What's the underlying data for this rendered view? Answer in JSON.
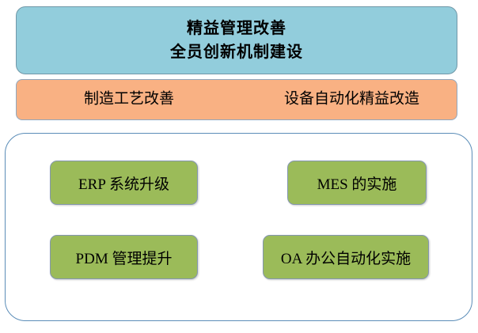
{
  "diagram": {
    "title_banner": {
      "line1": "精益管理改善",
      "line2": "全员创新机制建设",
      "color": "#92CDDC"
    },
    "secondary_band": {
      "left_label": "制造工艺改善",
      "right_label": "设备自动化精益改造",
      "color": "#F9B183"
    },
    "projects": {
      "container_border_color": "#5B8DB8",
      "node_color": "#9BBB59",
      "items": [
        {
          "label": "ERP 系统升级"
        },
        {
          "label": "MES 的实施"
        },
        {
          "label": "PDM 管理提升"
        },
        {
          "label": "OA 办公自动化实施"
        }
      ]
    }
  }
}
